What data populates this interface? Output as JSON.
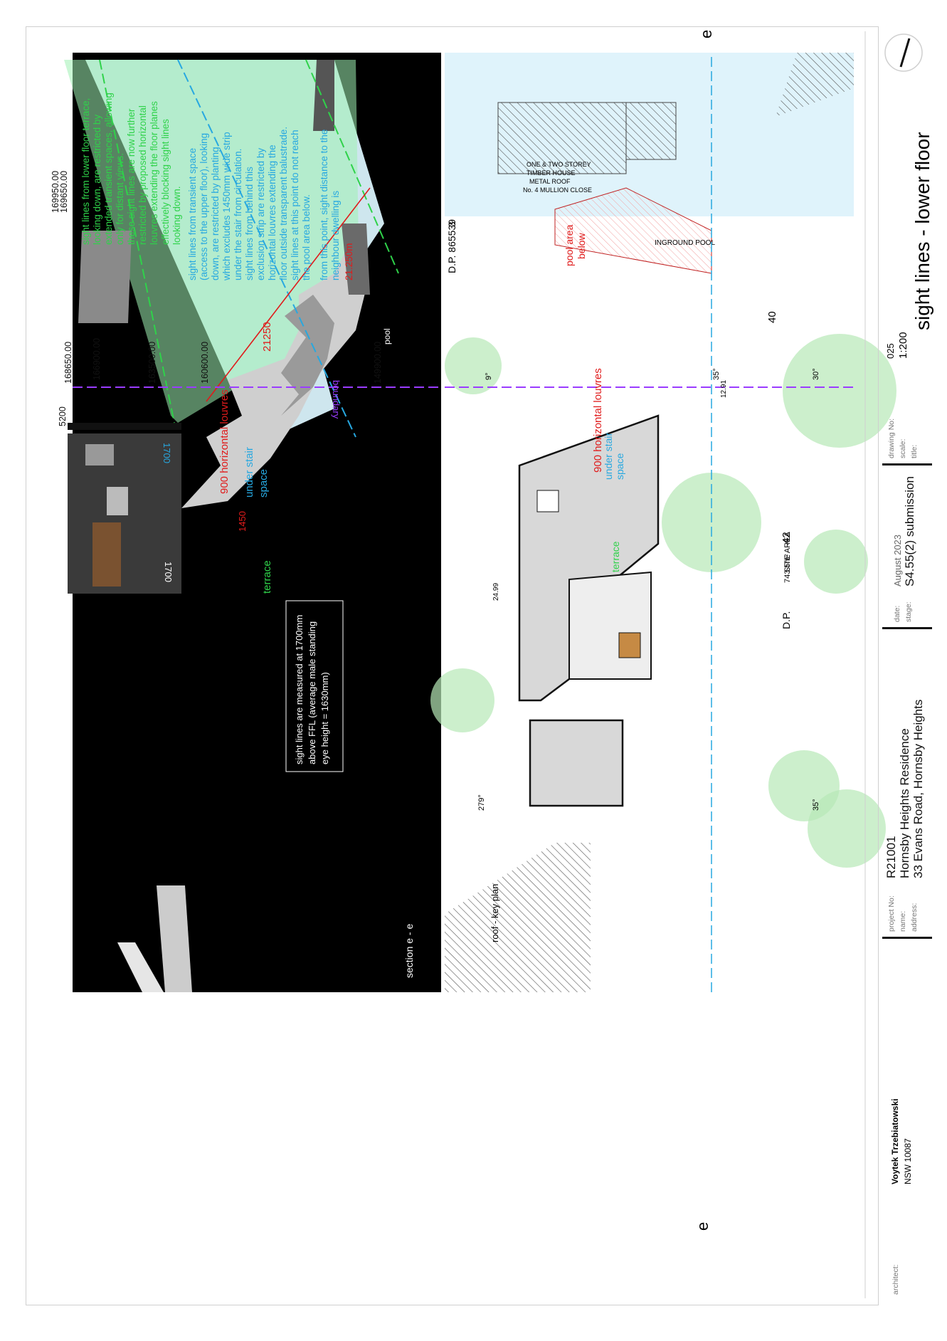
{
  "title_block": {
    "architect_label": "architect:",
    "architect_name": "Voytek Trzebiatowski",
    "architect_reg": "NSW 10087",
    "project_no_label": "project No:",
    "project_no": "R21001",
    "name_label": "name:",
    "name": "Hornsby Heights Residence",
    "address_label": "address:",
    "address": "33 Evans Road, Hornsby Heights",
    "date_label": "date:",
    "date": "August 2023",
    "stage_label": "stage:",
    "stage": "S4.55(2) submission",
    "drawing_no_label": "drawing No:",
    "drawing_no": "025",
    "scale_label": "scale:",
    "scale": "1:200",
    "title_label": "title:",
    "title": "sight lines - lower floor"
  },
  "section": {
    "label": "section e - e",
    "levels": [
      "169950.00",
      "169650.00",
      "168650.00",
      "166900.00",
      "163500.00",
      "160600.00",
      "149900.00"
    ],
    "dims": {
      "d5200": "5200",
      "d1700a": "1700",
      "d1700b": "1700",
      "d1450": "1450",
      "d21250": "21250"
    },
    "labels": {
      "louvres": "900  horizontal louvres",
      "under_stair": [
        "under stair",
        "space"
      ],
      "terrace": "terrace",
      "boundary": "boundary",
      "pool": "pool"
    },
    "note_green": [
      "sight lines from lower floor terrace,",
      "looking down, are restricted by",
      "extended transient spaces, allowing",
      "only for distant views.",
      "these sight lines are now further",
      "restricted by proposed horizontal",
      "louvres extending the floor planes",
      "effectively blocking sight lines",
      "looking down."
    ],
    "note_blue": [
      "sight lines from transient space",
      "(access to the upper floor), looking",
      "down, are restricted by planting",
      "which excludes 1450mm wide strip",
      "under the stair from circulation.",
      "sight lines from behind this",
      "exclusion strip are restricted by",
      "horizontal louvres extending the",
      "floor outside transparent balustrade.",
      "sight lines at this point do not reach",
      "the pool area below."
    ],
    "note_blue2": [
      "from this point, sight distance to the",
      "neighbour dwelling is"
    ],
    "note_blue2_value": "21.250m",
    "measure_note": [
      "sight lines are measured at 1700mm",
      "above FFL (average male standing",
      "eye height = 1630mm)"
    ]
  },
  "plan": {
    "key_label": "roof - key plan",
    "section_mark": "e",
    "lot3": [
      "3",
      "D.P.  865539"
    ],
    "lot40": "40",
    "lot42": "42",
    "site_area": [
      "SITE AREA",
      "743.5m²"
    ],
    "dp": "D.P.",
    "pool_below": [
      "pool area",
      "below"
    ],
    "louvres": "900  horizontal louvres",
    "under_stair": [
      "under stair",
      "space"
    ],
    "terrace": "terrace",
    "inground_pool": "INGROUND POOL",
    "house_label": [
      "ONE & TWO STOREY",
      "TIMBER HOUSE",
      "METAL ROOF",
      "No. 4 MULLION CLOSE"
    ],
    "angles": [
      "9°",
      "35°",
      "30°",
      "279°",
      "35°"
    ],
    "dim_1299": "12.91",
    "dim_249": "24.99",
    "bearings": {
      "bottom": "279°"
    }
  }
}
